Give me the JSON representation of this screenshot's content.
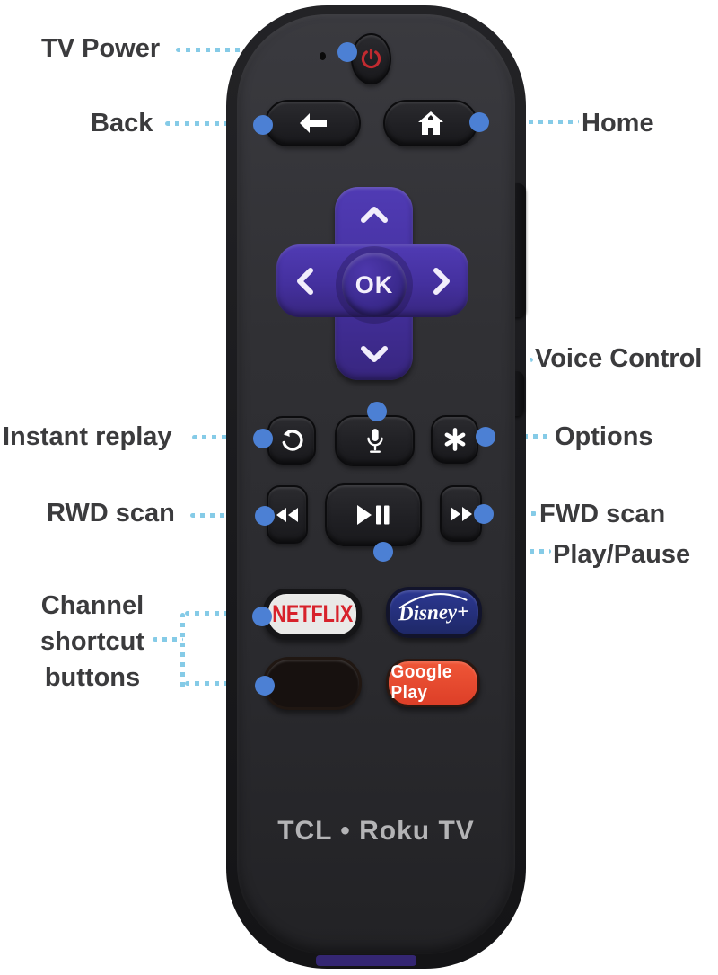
{
  "diagram": {
    "labels": {
      "tv_power": "TV Power",
      "back": "Back",
      "home": "Home",
      "voice_control": "Voice Control",
      "instant_replay": "Instant replay",
      "options": "Options",
      "rwd_scan": "RWD scan",
      "fwd_scan": "FWD scan",
      "play_pause": "Play/Pause",
      "channel_shortcut": [
        "Channel",
        "shortcut",
        "buttons"
      ]
    }
  },
  "remote": {
    "brand_text": "TCL • Roku TV",
    "dpad": {
      "ok_label": "OK"
    },
    "channel_buttons": {
      "netflix": "NETFLIX",
      "disney": "Disney+",
      "blank": "",
      "google_play": "Google Play"
    }
  },
  "colors": {
    "label_text": "#3b3b3d",
    "connector_dot_blue": "#4c80d4",
    "connector_line_blue": "#85cbe7",
    "remote_body": "#2c2c30",
    "dpad_purple": "#44309e",
    "power_red": "#c22a30",
    "netflix_red": "#d7222b",
    "disney_navy": "#252f7c",
    "google_play_red": "#e64a2f",
    "brand_text_color": "#b4b4b6"
  }
}
